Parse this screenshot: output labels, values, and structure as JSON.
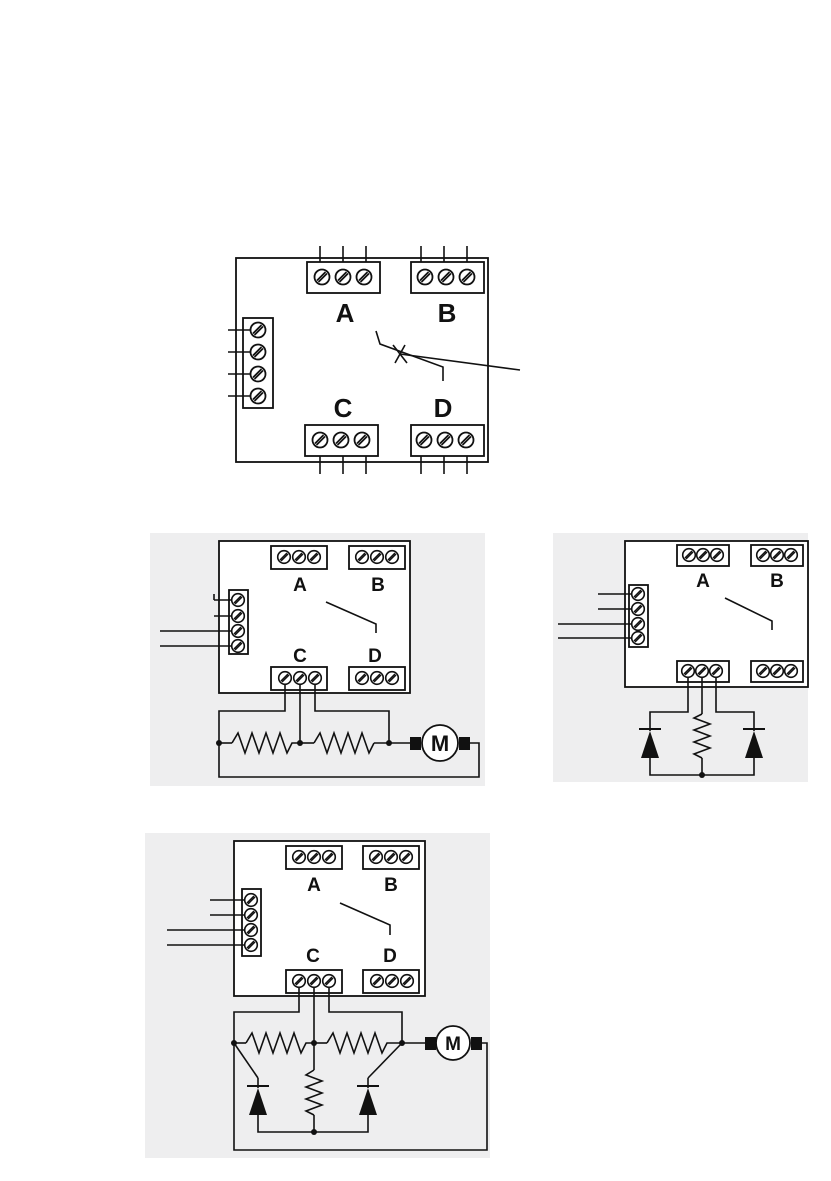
{
  "diagram_1": {
    "block_labels": {
      "A": "A",
      "B": "B",
      "C": "C",
      "D": "D"
    }
  },
  "diagram_2": {
    "block_labels": {
      "A": "A",
      "B": "B",
      "C": "C",
      "D": "D"
    },
    "motor_label": "M"
  },
  "diagram_3": {
    "block_labels": {
      "A": "A",
      "B": "B"
    }
  },
  "diagram_4": {
    "block_labels": {
      "A": "A",
      "B": "B",
      "C": "C",
      "D": "D"
    },
    "motor_label": "M"
  }
}
